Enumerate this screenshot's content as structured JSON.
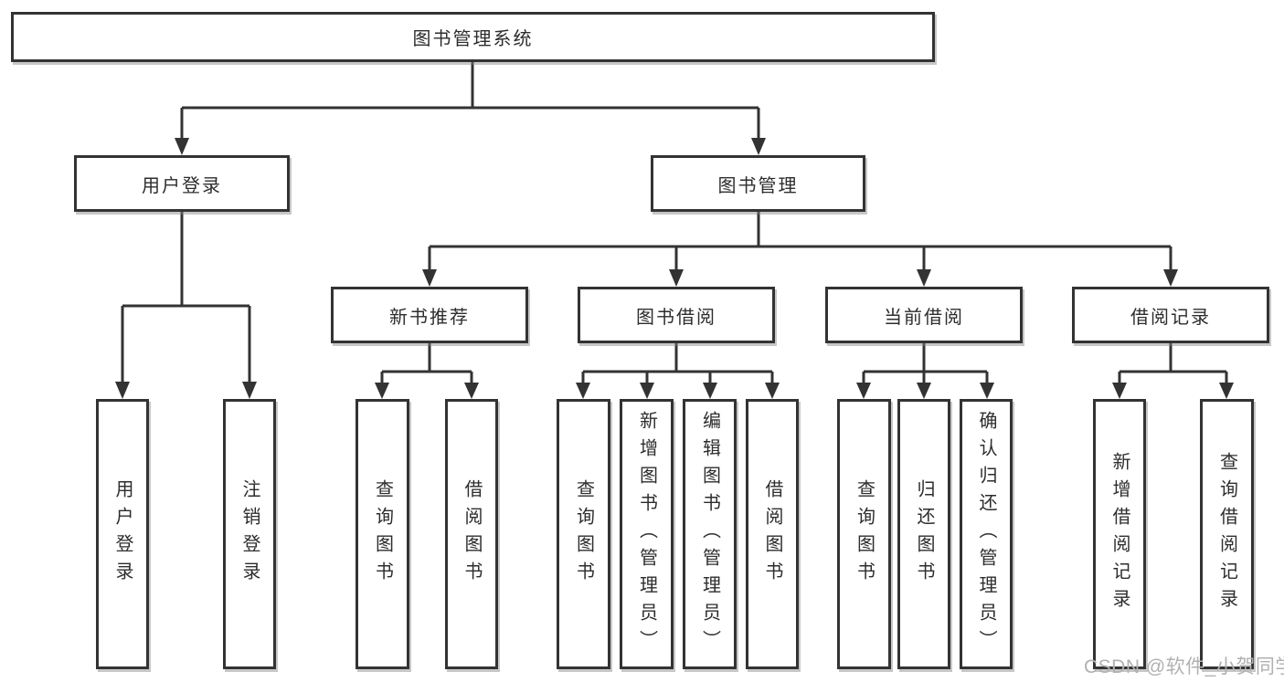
{
  "diagram": {
    "tree": {
      "label": "图书管理系统",
      "children": [
        {
          "label": "用户登录",
          "children": [
            {
              "label": "用户登录"
            },
            {
              "label": "注销登录"
            }
          ]
        },
        {
          "label": "图书管理",
          "children": [
            {
              "label": "新书推荐",
              "children": [
                {
                  "label": "查询图书"
                },
                {
                  "label": "借阅图书"
                }
              ]
            },
            {
              "label": "图书借阅",
              "children": [
                {
                  "label": "查询图书"
                },
                {
                  "label": "新增图书（管理员）"
                },
                {
                  "label": "编辑图书（管理员）"
                },
                {
                  "label": "借阅图书"
                }
              ]
            },
            {
              "label": "当前借阅",
              "children": [
                {
                  "label": "查询图书"
                },
                {
                  "label": "归还图书"
                },
                {
                  "label": "确认归还（管理员）"
                }
              ]
            },
            {
              "label": "借阅记录",
              "children": [
                {
                  "label": "新增借阅记录"
                },
                {
                  "label": "查询借阅记录"
                }
              ]
            }
          ]
        }
      ]
    }
  },
  "watermark": {
    "text": "CSDN @软件_小贺同学"
  },
  "colors": {
    "line": "#333333",
    "box_border": "#333333",
    "box_fill": "#ffffff",
    "text": "#2d2d2d",
    "watermark": "#b1b1b1",
    "background": "#ffffff"
  }
}
